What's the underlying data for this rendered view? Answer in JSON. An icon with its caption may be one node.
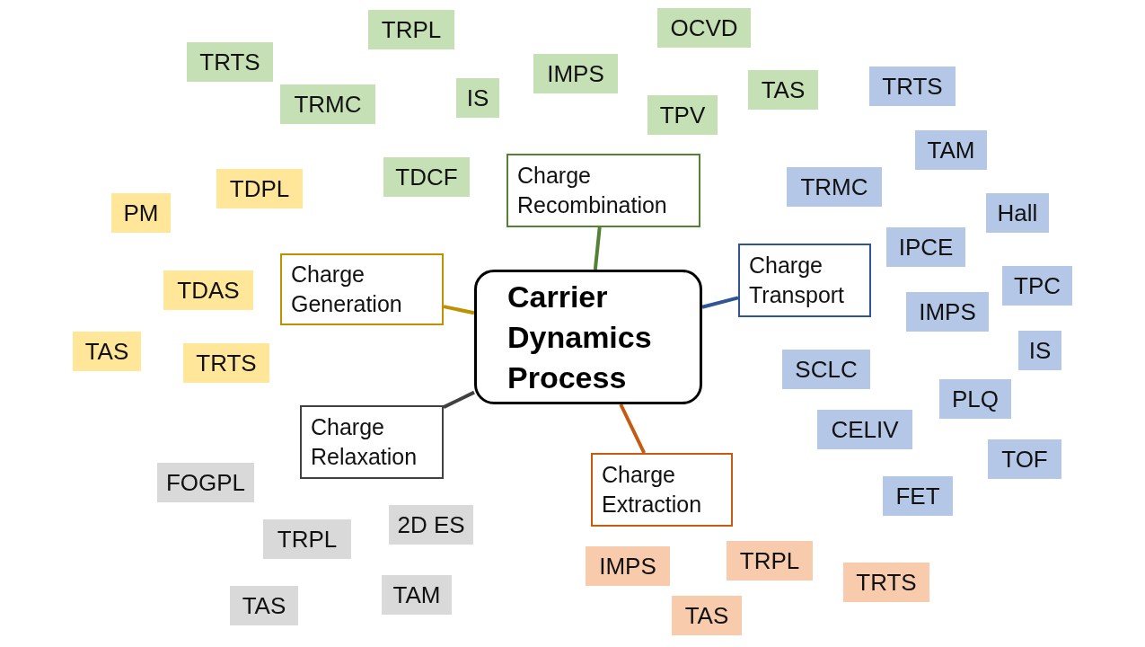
{
  "diagram": {
    "nodes": [
      {
        "text": [
          "Carrier Dynamics Process"
        ]
      },
      {
        "text": [
          "Charge Recombination"
        ]
      },
      {
        "text": [
          "Charge Transport"
        ]
      },
      {
        "text": [
          "Charge Extraction"
        ]
      },
      {
        "text": [
          "Charge Relaxation"
        ]
      },
      {
        "text": [
          "Charge Generation"
        ]
      },
      {
        "text": [
          "TRTS"
        ]
      },
      {
        "text": [
          "TRPL"
        ]
      },
      {
        "text": [
          "TRMC"
        ]
      },
      {
        "text": [
          "IS"
        ]
      },
      {
        "text": [
          "IMPS"
        ]
      },
      {
        "text": [
          "OCVD"
        ]
      },
      {
        "text": [
          "TPV"
        ]
      },
      {
        "text": [
          "TAS"
        ]
      },
      {
        "text": [
          "TDCF"
        ]
      },
      {
        "text": [
          "TRTS"
        ]
      },
      {
        "text": [
          "TAM"
        ]
      },
      {
        "text": [
          "TRMC"
        ]
      },
      {
        "text": [
          "Hall"
        ]
      },
      {
        "text": [
          "IPCE"
        ]
      },
      {
        "text": [
          "TPC"
        ]
      },
      {
        "text": [
          "IMPS"
        ]
      },
      {
        "text": [
          "IS"
        ]
      },
      {
        "text": [
          "SCLC"
        ]
      },
      {
        "text": [
          "PLQ"
        ]
      },
      {
        "text": [
          "CELIV"
        ]
      },
      {
        "text": [
          "TOF"
        ]
      },
      {
        "text": [
          "FET"
        ]
      },
      {
        "text": [
          "TDPL"
        ]
      },
      {
        "text": [
          "PM"
        ]
      },
      {
        "text": [
          "TDAS"
        ]
      },
      {
        "text": [
          "TAS"
        ]
      },
      {
        "text": [
          "TRTS"
        ]
      },
      {
        "text": [
          "FOGPL"
        ]
      },
      {
        "text": [
          "2D ES"
        ]
      },
      {
        "text": [
          "TRPL"
        ]
      },
      {
        "text": [
          "TAM"
        ]
      },
      {
        "text": [
          "TAS"
        ]
      },
      {
        "text": [
          "IMPS"
        ]
      },
      {
        "text": [
          "TRPL"
        ]
      },
      {
        "text": [
          "TRTS"
        ]
      },
      {
        "text": [
          "TAS"
        ]
      }
    ],
    "edges": [
      {
        "from": 0,
        "to": 1,
        "arrow": "none",
        "color": "#548235"
      },
      {
        "from": 0,
        "to": 2,
        "arrow": "none",
        "color": "#2f5597"
      },
      {
        "from": 0,
        "to": 3,
        "arrow": "none",
        "color": "#c55a11"
      },
      {
        "from": 0,
        "to": 4,
        "arrow": "none",
        "color": "#404040"
      },
      {
        "from": 0,
        "to": 5,
        "arrow": "none",
        "color": "#bf9000"
      }
    ]
  }
}
